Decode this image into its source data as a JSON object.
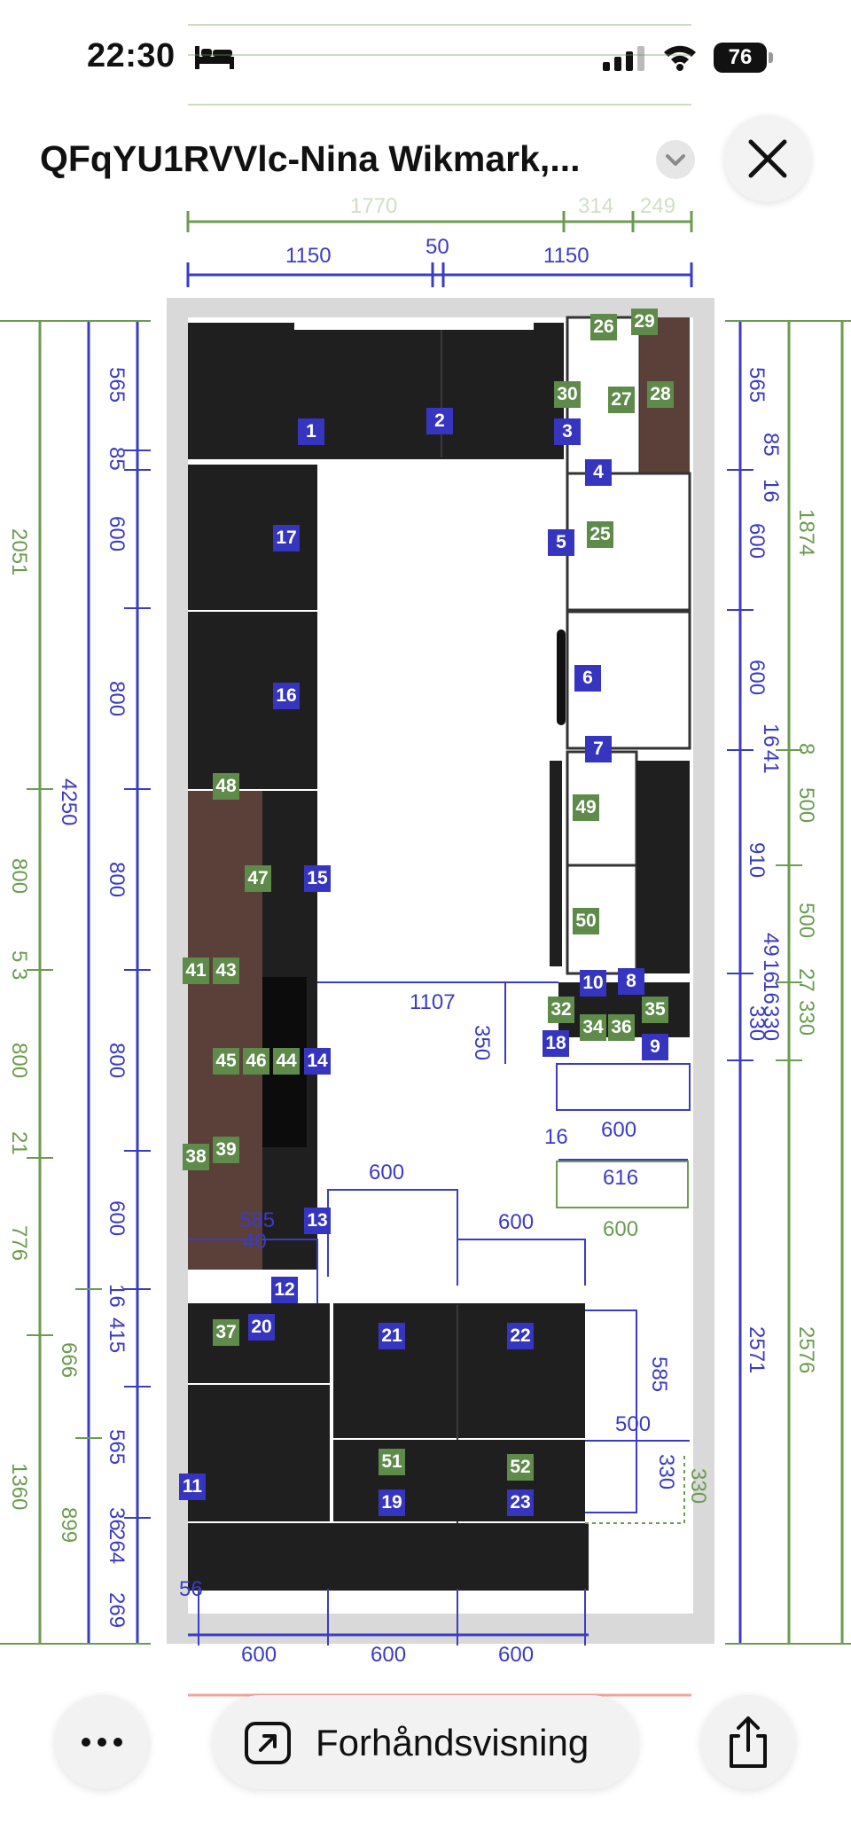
{
  "status_bar": {
    "time": "22:30",
    "battery": "76",
    "icons": [
      "bed-icon",
      "signal-icon",
      "wifi-icon",
      "battery-icon"
    ]
  },
  "header": {
    "title": "QFqYU1RVVlc-Nina Wikmark,...",
    "icons": [
      "chevron-down-icon",
      "close-icon"
    ]
  },
  "drawing": {
    "top_dims": {
      "green": [
        "1770",
        "314",
        "249"
      ],
      "blue": [
        "1150",
        "50",
        "1150"
      ]
    },
    "left_dims": {
      "blue_inner": [
        "565",
        "85",
        "600",
        "800",
        "800",
        "800",
        "600",
        "16",
        "415",
        "565",
        "36",
        "264",
        "269"
      ],
      "blue_total": "4250",
      "green": [
        "2051",
        "800",
        "5 3",
        "800",
        "21",
        "776",
        "666",
        "1360",
        "899"
      ]
    },
    "right_dims": {
      "blue": [
        "565",
        "85",
        "16",
        "600",
        "600",
        "16",
        "41",
        "910",
        "49",
        "16",
        "16",
        "330",
        "330",
        "2571"
      ],
      "green": [
        "1874",
        "8",
        "500",
        "500",
        "27",
        "330",
        "2576"
      ]
    },
    "inner_dims": {
      "blue": [
        "1107",
        "350",
        "600",
        "600",
        "600",
        "585",
        "500",
        "330",
        "16",
        "616",
        "40"
      ],
      "green": [
        "600",
        "330"
      ]
    },
    "bottom_dims": {
      "blue": [
        "600",
        "600",
        "600",
        "56"
      ]
    },
    "blue_tags": [
      "1",
      "2",
      "3",
      "4",
      "5",
      "6",
      "7",
      "8",
      "9",
      "10",
      "11",
      "12",
      "13",
      "14",
      "15",
      "16",
      "17",
      "18",
      "19",
      "20",
      "21",
      "22",
      "23"
    ],
    "green_tags": [
      "25",
      "26",
      "27",
      "28",
      "29",
      "30",
      "32",
      "34",
      "35",
      "36",
      "37",
      "38",
      "39",
      "41",
      "43",
      "44",
      "45",
      "46",
      "47",
      "48",
      "49",
      "50",
      "51",
      "52"
    ]
  },
  "bottom_bar": {
    "preview_label": "Forhåndsvisning",
    "icons": [
      "more-icon",
      "arrow-up-right-icon",
      "share-icon"
    ]
  }
}
